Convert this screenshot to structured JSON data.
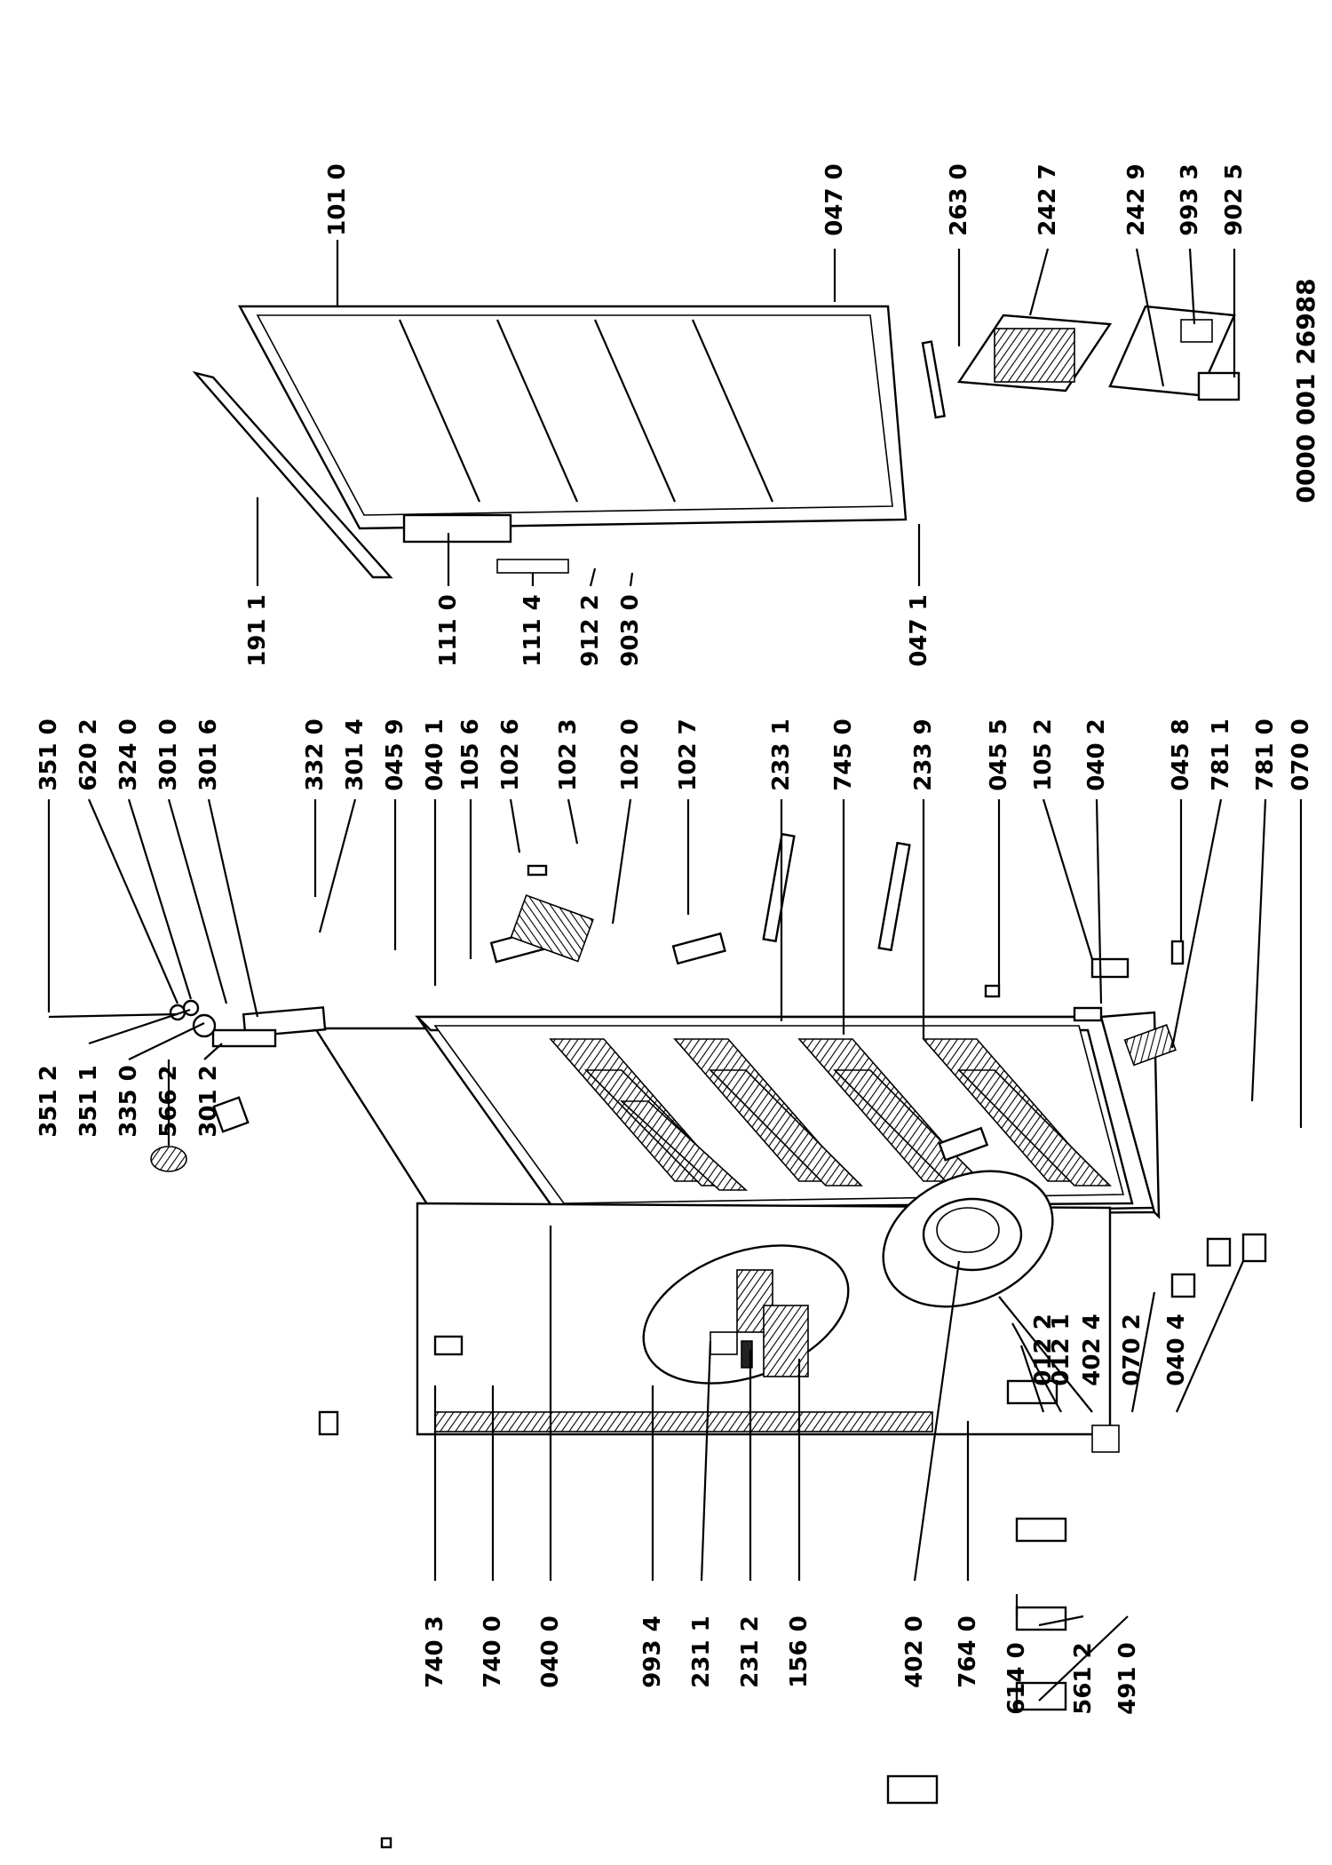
{
  "diagram": {
    "reference": "0000 001 26988",
    "callouts": [
      {
        "id": "351-2",
        "text": "351 2"
      },
      {
        "id": "351-1",
        "text": "351 1"
      },
      {
        "id": "335-0",
        "text": "335 0"
      },
      {
        "id": "566-2",
        "text": "566 2"
      },
      {
        "id": "301-2",
        "text": "301 2"
      },
      {
        "id": "740-3",
        "text": "740 3"
      },
      {
        "id": "740-0",
        "text": "740 0"
      },
      {
        "id": "040-0",
        "text": "040 0"
      },
      {
        "id": "993-4",
        "text": "993 4"
      },
      {
        "id": "231-1",
        "text": "231 1"
      },
      {
        "id": "231-2",
        "text": "231 2"
      },
      {
        "id": "156-0",
        "text": "156 0"
      },
      {
        "id": "402-0",
        "text": "402 0"
      },
      {
        "id": "764-0",
        "text": "764 0"
      },
      {
        "id": "614-0",
        "text": "614 0"
      },
      {
        "id": "561-2",
        "text": "561 2"
      },
      {
        "id": "491-0",
        "text": "491 0"
      },
      {
        "id": "012-2",
        "text": "012 2"
      },
      {
        "id": "012-1",
        "text": "012 1"
      },
      {
        "id": "402-4",
        "text": "402 4"
      },
      {
        "id": "070-2",
        "text": "070 2"
      },
      {
        "id": "040-4",
        "text": "040 4"
      },
      {
        "id": "351-0",
        "text": "351 0"
      },
      {
        "id": "620-2",
        "text": "620 2"
      },
      {
        "id": "324-0",
        "text": "324 0"
      },
      {
        "id": "301-0",
        "text": "301 0"
      },
      {
        "id": "301-6",
        "text": "301 6"
      },
      {
        "id": "332-0",
        "text": "332 0"
      },
      {
        "id": "301-4",
        "text": "301 4"
      },
      {
        "id": "045-9",
        "text": "045 9"
      },
      {
        "id": "040-1",
        "text": "040 1"
      },
      {
        "id": "105-6",
        "text": "105 6"
      },
      {
        "id": "102-6",
        "text": "102 6"
      },
      {
        "id": "102-3",
        "text": "102 3"
      },
      {
        "id": "102-0",
        "text": "102 0"
      },
      {
        "id": "102-7",
        "text": "102 7"
      },
      {
        "id": "233-1",
        "text": "233 1"
      },
      {
        "id": "745-0",
        "text": "745 0"
      },
      {
        "id": "233-9",
        "text": "233 9"
      },
      {
        "id": "045-5",
        "text": "045 5"
      },
      {
        "id": "105-2",
        "text": "105 2"
      },
      {
        "id": "040-2",
        "text": "040 2"
      },
      {
        "id": "045-8",
        "text": "045 8"
      },
      {
        "id": "781-1",
        "text": "781 1"
      },
      {
        "id": "781-0",
        "text": "781 0"
      },
      {
        "id": "070-0",
        "text": "070 0"
      },
      {
        "id": "191-1",
        "text": "191 1"
      },
      {
        "id": "111-0",
        "text": "111 0"
      },
      {
        "id": "111-4",
        "text": "111 4"
      },
      {
        "id": "912-2",
        "text": "912 2"
      },
      {
        "id": "903-0",
        "text": "903 0"
      },
      {
        "id": "047-1",
        "text": "047 1"
      },
      {
        "id": "101-0",
        "text": "101 0"
      },
      {
        "id": "047-0",
        "text": "047 0"
      },
      {
        "id": "263-0",
        "text": "263 0"
      },
      {
        "id": "242-7",
        "text": "242 7"
      },
      {
        "id": "242-9",
        "text": "242 9"
      },
      {
        "id": "993-3",
        "text": "993 3"
      },
      {
        "id": "902-5",
        "text": "902 5"
      }
    ]
  }
}
